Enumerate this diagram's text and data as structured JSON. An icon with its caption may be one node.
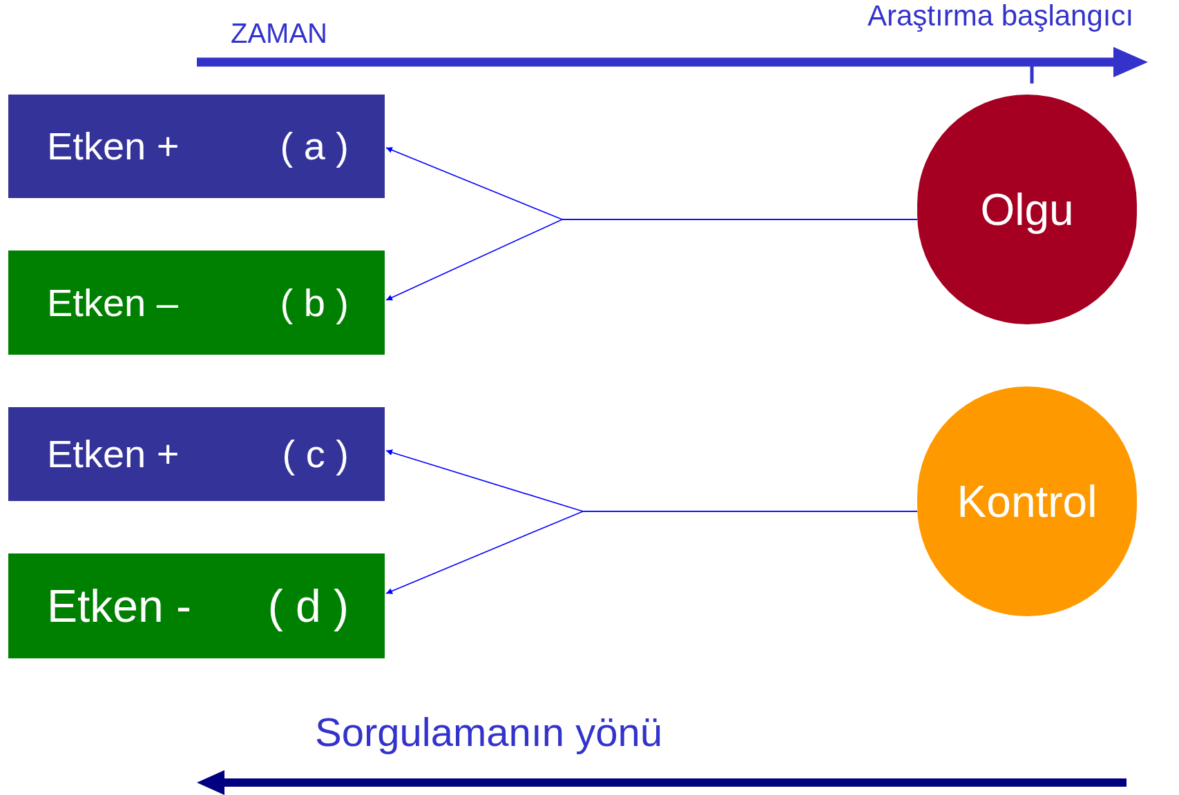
{
  "diagram": {
    "nodes": [
      {
        "text": [
          "Etken +",
          "( a )"
        ]
      },
      {
        "text": [
          "Etken –",
          "( b )"
        ]
      },
      {
        "text": [
          "Etken +",
          "( c )"
        ]
      },
      {
        "text": [
          "Etken -",
          "( d )"
        ]
      },
      {
        "text": [
          "Olgu"
        ]
      },
      {
        "text": [
          "Kontrol"
        ]
      }
    ],
    "edges": [
      {
        "from": 4,
        "to": 0,
        "arrow": "to"
      },
      {
        "from": 4,
        "to": 1,
        "arrow": "to"
      },
      {
        "from": 5,
        "to": 2,
        "arrow": "to"
      },
      {
        "from": 5,
        "to": 3,
        "arrow": "to"
      }
    ],
    "labels": [
      "ZAMAN",
      "Araştırma başlangıcı",
      "Sorgulamanın yönü"
    ]
  }
}
